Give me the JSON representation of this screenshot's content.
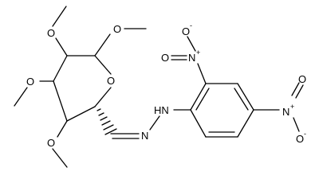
{
  "structure": {
    "ring_oxygen": "O",
    "methoxy_oxygens": [
      "O",
      "O",
      "O",
      "O"
    ],
    "hydrazone_nitrogen": "N",
    "hydrazine_nh": "HN",
    "nitro_groups": [
      {
        "n": "N",
        "n_charge": "+",
        "o_single": "O",
        "o_charge": "-",
        "o_double": "O"
      },
      {
        "n": "N",
        "n_charge": "+",
        "o_single": "O",
        "o_charge": "-",
        "o_double": "O"
      }
    ]
  },
  "colors": {
    "bond": "#000000",
    "label": "#000000",
    "background": "#ffffff"
  }
}
